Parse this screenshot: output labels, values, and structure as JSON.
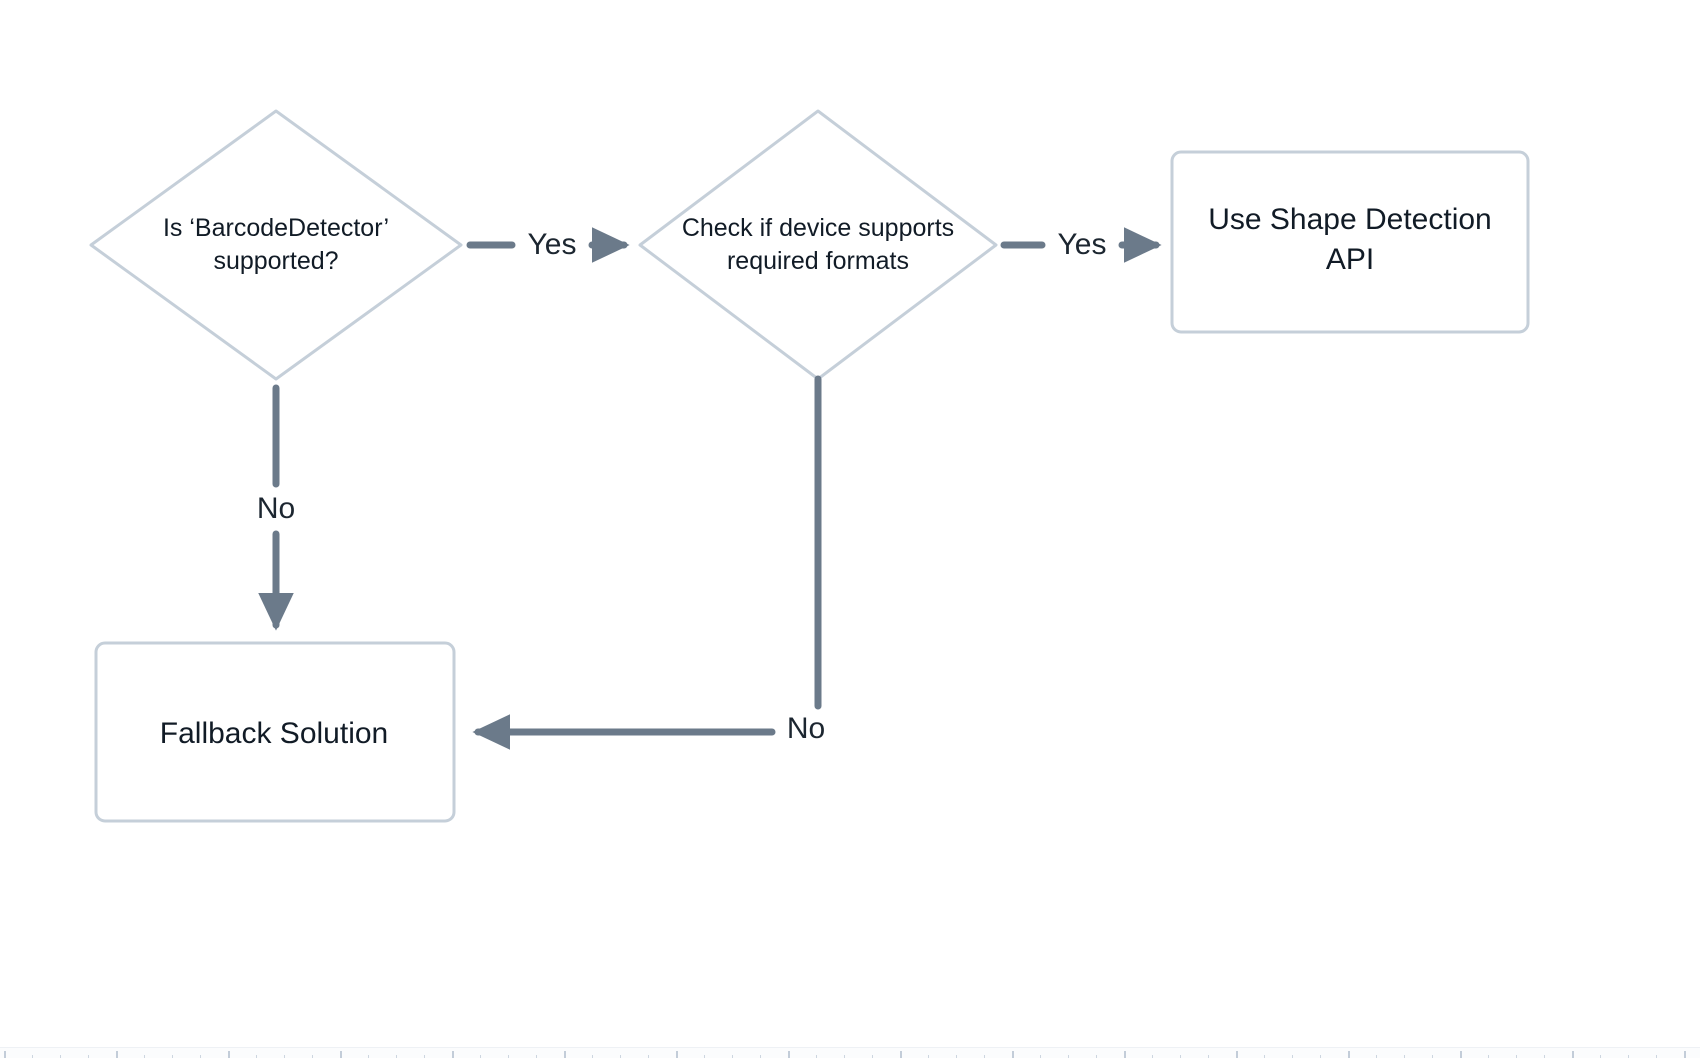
{
  "diagram": {
    "type": "flowchart",
    "title": "BarcodeDetector support decision flow",
    "background": "#ffffff",
    "colors": {
      "node_border": "#c5cfd9",
      "node_fill": "#ffffff",
      "node_text": "#111b26",
      "edge_line": "#6b7a8a",
      "edge_text": "#1c2630"
    },
    "nodes": [
      {
        "id": "decision-barcode",
        "shape": "diamond",
        "label": "Is ‘BarcodeDetector’\nsupported?"
      },
      {
        "id": "decision-formats",
        "shape": "diamond",
        "label": "Check if device supports\nrequired formats"
      },
      {
        "id": "process-shape-api",
        "shape": "rounded-rectangle",
        "label": "Use Shape Detection\nAPI"
      },
      {
        "id": "process-fallback",
        "shape": "rounded-rectangle",
        "label": "Fallback Solution"
      }
    ],
    "edges": [
      {
        "id": "edge-yes-1",
        "from": "decision-barcode",
        "to": "decision-formats",
        "label": "Yes",
        "direction": "right"
      },
      {
        "id": "edge-yes-2",
        "from": "decision-formats",
        "to": "process-shape-api",
        "label": "Yes",
        "direction": "right"
      },
      {
        "id": "edge-no-1",
        "from": "decision-barcode",
        "to": "process-fallback",
        "label": "No",
        "direction": "down"
      },
      {
        "id": "edge-no-2",
        "from": "decision-formats",
        "to": "process-fallback",
        "label": "No",
        "direction": "left"
      }
    ]
  }
}
